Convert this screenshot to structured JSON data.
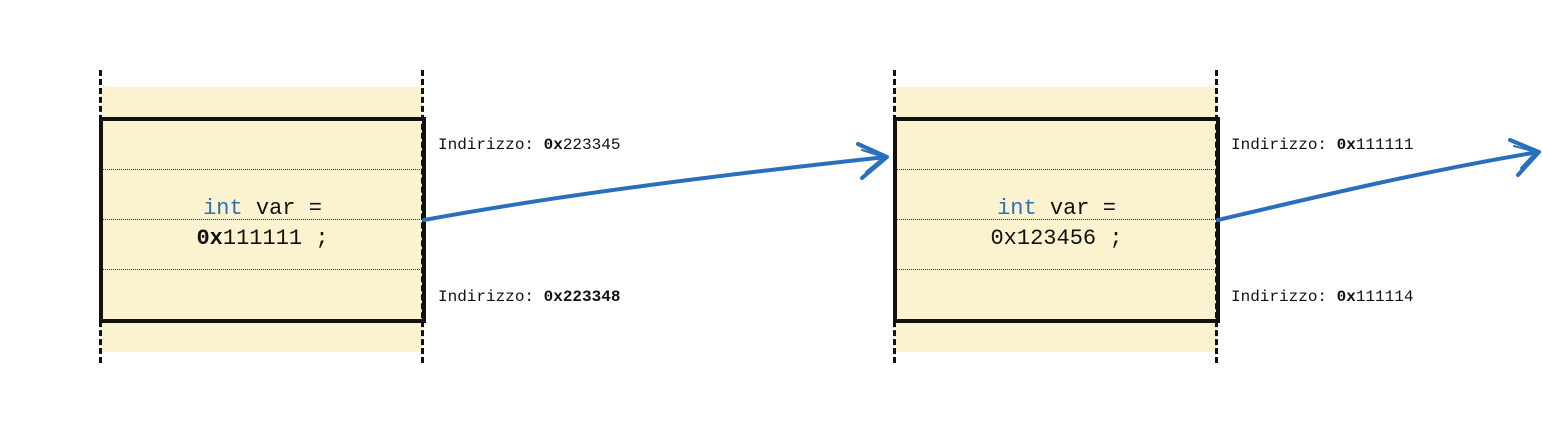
{
  "cells": [
    {
      "id": "cell-1",
      "code_keyword": "int",
      "code_rest": "var =",
      "value_prefix": "0x",
      "value_rest": "111111",
      "value_prefix_bold": true,
      "semicolon": ";",
      "addr_top_label": "Indirizzo:",
      "addr_top_prefix": "0x",
      "addr_top_rest": "223345",
      "addr_bottom_label": "Indirizzo:",
      "addr_bottom_prefix": "0x",
      "addr_bottom_rest": "223348"
    },
    {
      "id": "cell-2",
      "code_keyword": "int",
      "code_rest": "var =",
      "value_prefix": "0x",
      "value_rest": "123456",
      "value_prefix_bold": false,
      "semicolon": ";",
      "addr_top_label": "Indirizzo:",
      "addr_top_prefix": "0x",
      "addr_top_rest": "111111",
      "addr_bottom_label": "Indirizzo:",
      "addr_bottom_prefix": "0x",
      "addr_bottom_rest": "111114"
    }
  ],
  "colors": {
    "band": "#fbf3cf",
    "keyword": "#2a6fbd",
    "arrow": "#2a6fbd",
    "border": "#111111"
  }
}
